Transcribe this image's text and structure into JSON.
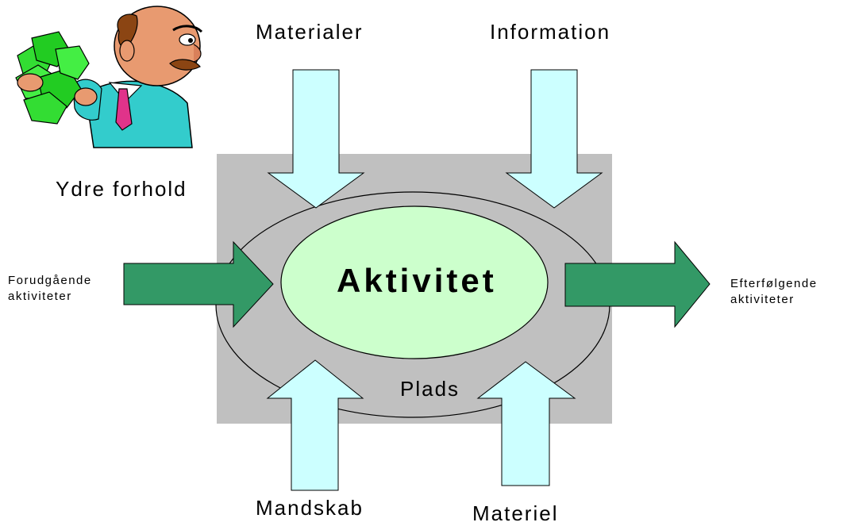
{
  "diagram": {
    "center": "Aktivitet",
    "environment_label": "Ydre forhold",
    "space_label": "Plads",
    "inputs_top": [
      "Materialer",
      "Information"
    ],
    "inputs_bottom": [
      "Mandskab",
      "Materiel"
    ],
    "left": {
      "line1": "Forudgående",
      "line2": "aktiviteter"
    },
    "right": {
      "line1": "Efterfølgende",
      "line2": "aktiviteter"
    }
  },
  "colors": {
    "environment_box": "#c0c0c0",
    "center_ellipse": "#ccffcc",
    "resource_arrow": "#ccffff",
    "flow_arrow": "#339966",
    "outline": "#000000"
  },
  "icons": {
    "illustration": "businessman-holding-money-icon"
  }
}
